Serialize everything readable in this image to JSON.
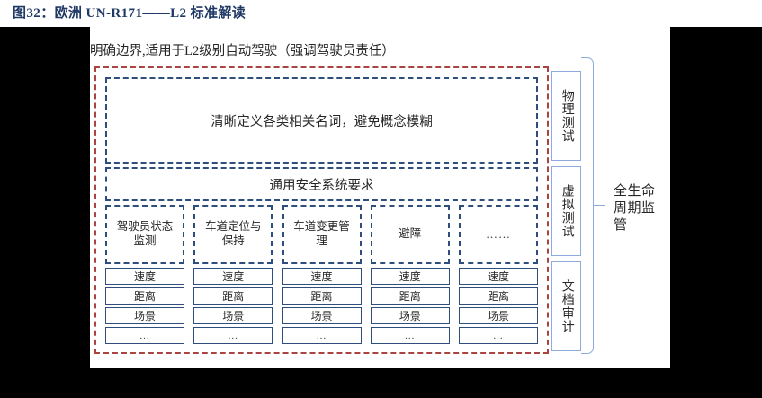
{
  "figure": {
    "title": "图32：欧洲 UN-R171——L2 标准解读",
    "title_color": "#1F3864"
  },
  "diagram": {
    "header": "明确边界,适用于L2级别自动驾驶（强调驾驶员责任）",
    "outer_frame_color": "#A94442",
    "inner_box_color": "#2E4E7E",
    "side_box_color": "#8FAADC",
    "rows": [
      {
        "id": "definitions",
        "label": "清晰定义各类相关名词，避免概念模糊"
      },
      {
        "id": "general-safety",
        "label": "通用安全系统要求"
      }
    ],
    "columns": [
      {
        "id": "driver-monitoring",
        "title": "驾驶员状态监测",
        "cells": [
          "速度",
          "距离",
          "场景",
          "..."
        ]
      },
      {
        "id": "lane-keeping",
        "title": "车道定位与保持",
        "cells": [
          "速度",
          "距离",
          "场景",
          "..."
        ]
      },
      {
        "id": "lane-change",
        "title": "车道变更管理",
        "cells": [
          "速度",
          "距离",
          "场景",
          "..."
        ]
      },
      {
        "id": "obstacle-avoidance",
        "title": "避障",
        "cells": [
          "速度",
          "距离",
          "场景",
          "..."
        ]
      },
      {
        "id": "more",
        "title": "……",
        "cells": [
          "速度",
          "距离",
          "场景",
          "..."
        ]
      }
    ],
    "side_boxes": [
      {
        "id": "physical-test",
        "label": "物理测试"
      },
      {
        "id": "virtual-test",
        "label": "虚拟测试"
      },
      {
        "id": "document-audit",
        "label": "文档审计"
      }
    ],
    "right_label": "全生命周期监管"
  }
}
